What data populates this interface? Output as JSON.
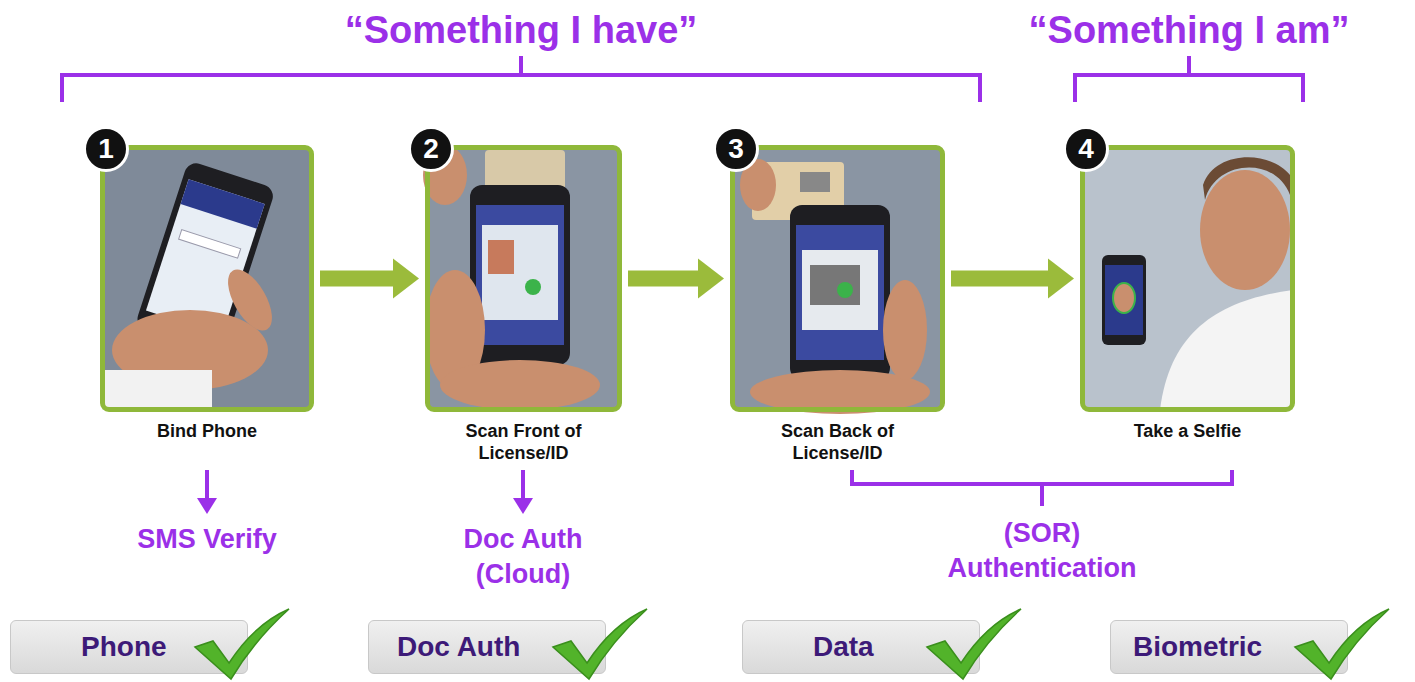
{
  "diagram": {
    "nodes": [
      {
        "text": [
          "Bind Phone"
        ]
      },
      {
        "text": [
          "1"
        ],
        "in": 0
      },
      {
        "text": [
          "Scan Front of License/ID"
        ]
      },
      {
        "text": [
          "2"
        ],
        "in": 2
      },
      {
        "text": [
          "Scan Back of License/ID"
        ]
      },
      {
        "text": [
          "3"
        ],
        "in": 4
      },
      {
        "text": [
          "Take a Selfie"
        ]
      },
      {
        "text": [
          "4"
        ],
        "in": 6
      },
      {
        "text": [
          "Phone"
        ]
      },
      {
        "text": [
          "Doc Auth"
        ]
      },
      {
        "text": [
          "Data"
        ]
      },
      {
        "text": [
          "Biometric"
        ]
      }
    ],
    "edges": [
      {
        "from": 0,
        "to": 2,
        "arrow": "to"
      },
      {
        "from": 2,
        "to": 4,
        "arrow": "to"
      },
      {
        "from": 4,
        "to": 6,
        "arrow": "to"
      }
    ],
    "labels": [
      "“Something I have”",
      "“Something I am”",
      "SMS Verify",
      "Doc Auth (Cloud)",
      "(SOR) Authentication"
    ]
  }
}
